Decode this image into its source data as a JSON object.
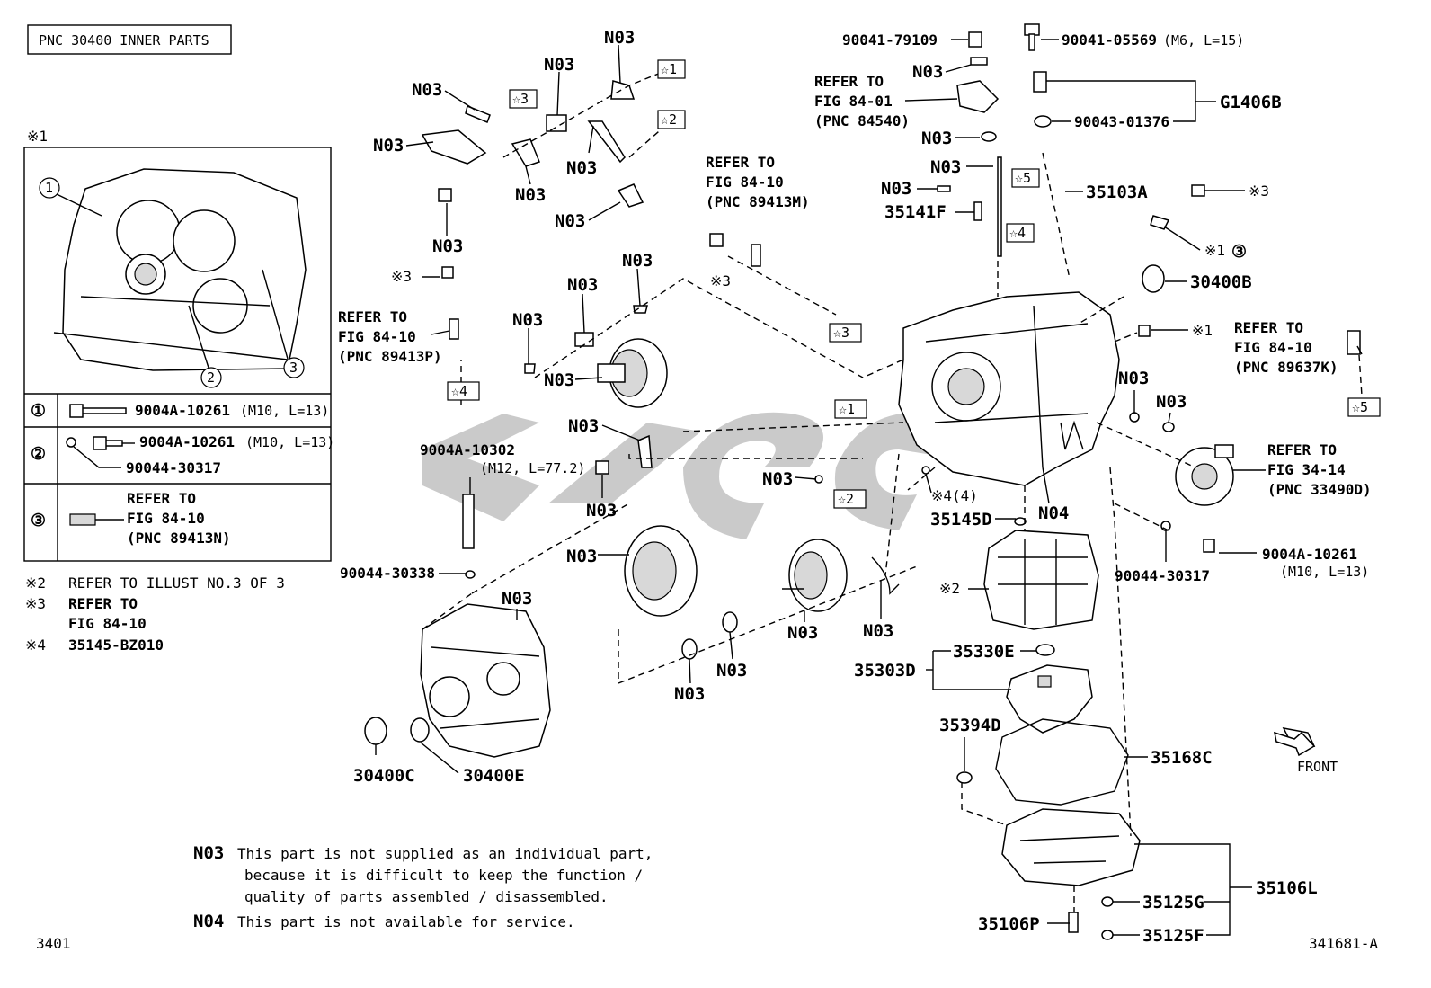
{
  "header": {
    "title": "PNC 30400 INNER PARTS"
  },
  "inset": {
    "mark": "※1",
    "rows": [
      {
        "num": "①",
        "part": "9004A-10261",
        "spec": "(M10, L=13)"
      },
      {
        "num": "②",
        "part": "9004A-10261",
        "spec": "(M10, L=13)",
        "part2": "90044-30317"
      },
      {
        "num": "③",
        "ref1": "REFER TO",
        "ref2": "FIG 84-10",
        "ref3": "(PNC 89413N)"
      }
    ]
  },
  "footnotes": {
    "n2": [
      "※2",
      "REFER TO ILLUST NO.3 OF 3"
    ],
    "n3": [
      "※3",
      "REFER TO",
      "FIG 84-10"
    ],
    "n4": [
      "※4",
      "35145-BZ010"
    ]
  },
  "legend": {
    "n03_code": "N03",
    "n03_lines": [
      "This part is not supplied as an individual part,",
      "because it is difficult to keep the function /",
      "quality of parts assembled / disassembled."
    ],
    "n04_code": "N04",
    "n04_line": "This part is not available for service."
  },
  "labels": {
    "n03": "N03",
    "n04": "N04",
    "p90041_79109": "90041-79109",
    "p90041_05569": "90041-05569",
    "p90041_05569_spec": "(M6, L=15)",
    "g1406b": "G1406B",
    "p90043_01376": "90043-01376",
    "p35103a": "35103A",
    "p35141f": "35141F",
    "p30400b": "30400B",
    "p35145d": "35145D",
    "note4": "※4(4)",
    "p9004a_10302": "9004A-10302",
    "p9004a_10302_spec": "(M12, L=77.2)",
    "p90044_30338": "90044-30338",
    "p30400c": "30400C",
    "p30400e": "30400E",
    "p35330e": "35330E",
    "p35303d": "35303D",
    "p35394d": "35394D",
    "p35168c": "35168C",
    "p35106l": "35106L",
    "p35125g": "35125G",
    "p35125f": "35125F",
    "p35106p": "35106P",
    "p9004a_10261": "9004A-10261",
    "p9004a_10261_spec": "(M10, L=13)",
    "p90044_30317": "90044-30317",
    "star3": "※3",
    "star1": "※1",
    "star2": "※2",
    "circ3": "③",
    "front": "FRONT"
  },
  "refers": {
    "r84_01": [
      "REFER TO",
      "FIG 84-01",
      "(PNC 84540)"
    ],
    "r89413m": [
      "REFER TO",
      "FIG 84-10",
      "(PNC 89413M)"
    ],
    "r89413p": [
      "REFER TO",
      "FIG 84-10",
      "(PNC 89413P)"
    ],
    "r89637k": [
      "REFER TO",
      "FIG 84-10",
      "(PNC 89637K)"
    ],
    "r34_14": [
      "REFER TO",
      "FIG 34-14",
      "(PNC 33490D)"
    ]
  },
  "markers": [
    "☆1",
    "☆2",
    "☆3",
    "☆4",
    "☆5"
  ],
  "footer": {
    "left": "3401",
    "right": "341681-A"
  },
  "colors": {
    "line": "#000000",
    "watermark": "#b8b8b8",
    "background": "#ffffff"
  }
}
